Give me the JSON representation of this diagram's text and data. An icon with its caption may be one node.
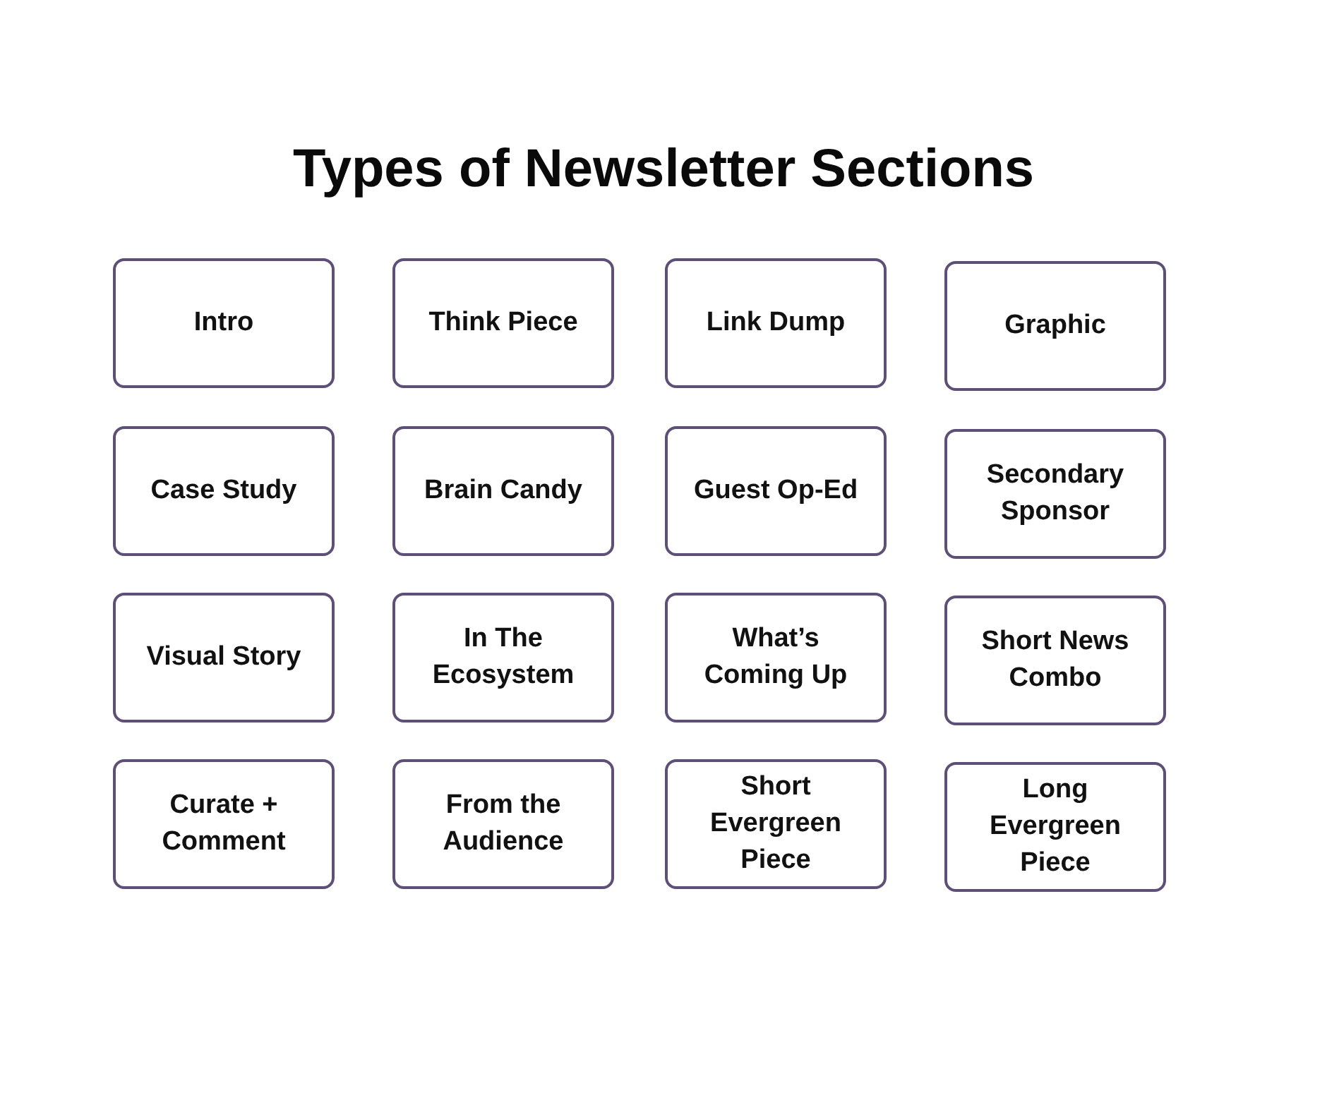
{
  "diagram": {
    "title": "Types of Newsletter Sections",
    "nodes": [
      {
        "text": [
          "Intro"
        ]
      },
      {
        "text": [
          "Think Piece"
        ]
      },
      {
        "text": [
          "Link Dump"
        ]
      },
      {
        "text": [
          "Graphic"
        ]
      },
      {
        "text": [
          "Case Study"
        ]
      },
      {
        "text": [
          "Brain Candy"
        ]
      },
      {
        "text": [
          "Guest Op-Ed"
        ]
      },
      {
        "text": [
          "Secondary Sponsor"
        ]
      },
      {
        "text": [
          "Visual Story"
        ]
      },
      {
        "text": [
          "In The Ecosystem"
        ]
      },
      {
        "text": [
          "What’s Coming Up"
        ]
      },
      {
        "text": [
          "Short News Combo"
        ]
      },
      {
        "text": [
          "Curate + Comment"
        ]
      },
      {
        "text": [
          "From the Audience"
        ]
      },
      {
        "text": [
          "Short Evergreen Piece"
        ]
      },
      {
        "text": [
          "Long Evergreen Piece"
        ]
      }
    ]
  }
}
